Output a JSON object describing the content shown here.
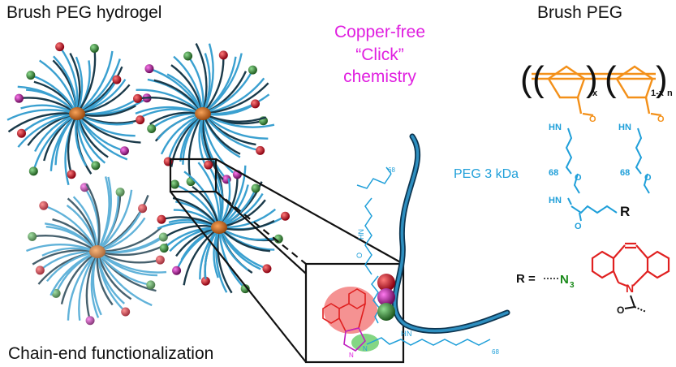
{
  "labels": {
    "title_left": "Brush PEG hydrogel",
    "title_right": "Brush PEG",
    "click_line1": "Copper-free",
    "click_line2": "“Click”",
    "click_line3": "chemistry",
    "bottom_left": "Chain-end functionalization",
    "peg_label": "PEG 3 kDa",
    "r_def": "R = ",
    "n3": "N",
    "n3_sub": "3",
    "r_sym": "R",
    "hn": "HN",
    "o": "O",
    "n_atom": "N",
    "sub_x": "x",
    "sub_1x": "1-x",
    "sub_n": "n",
    "rep68": "68",
    "inset_hn": "H",
    "inset_nh": "N"
  },
  "colors": {
    "peg_blue": "#1f9fd9",
    "backbone_orange": "#f39019",
    "magenta": "#e020e0",
    "dbco_red": "#e02020",
    "n3_green": "#1a8a1a",
    "end_red": "#c8102e",
    "end_green": "#2f8a2f",
    "end_purple": "#b0108a"
  }
}
